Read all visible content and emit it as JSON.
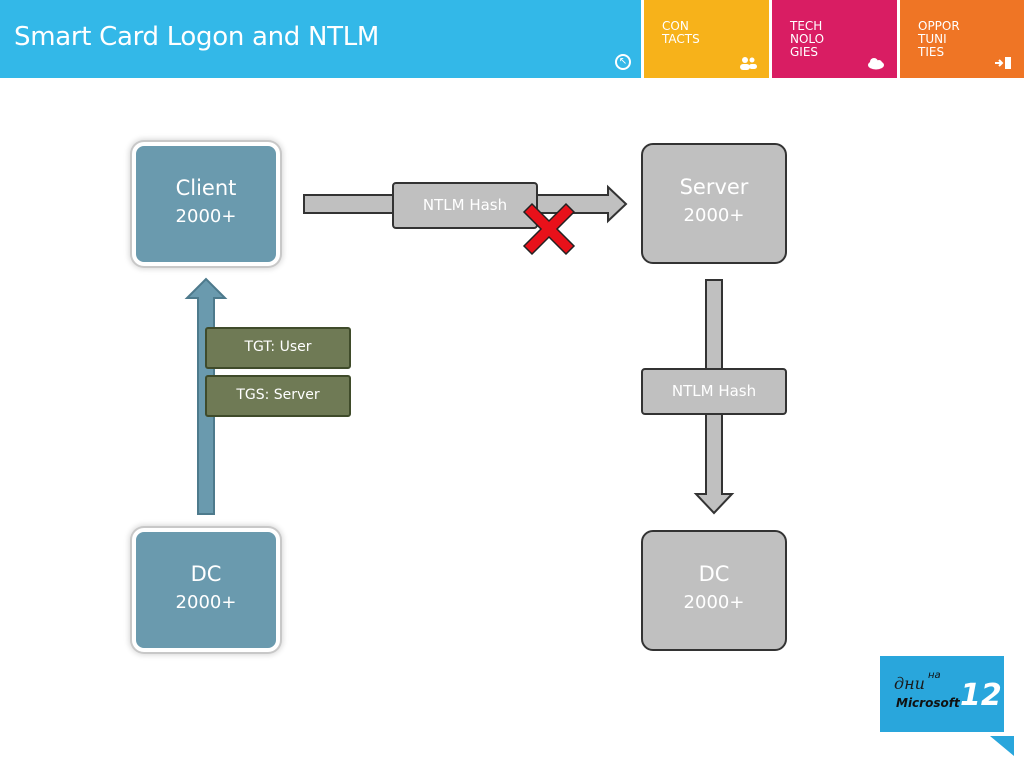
{
  "header": {
    "title": "Smart Card Logon and NTLM",
    "tiles": [
      {
        "label": "CON\nTACTS",
        "icon": "people-icon"
      },
      {
        "label": "TECH\nNOLO\nGIES",
        "icon": "cloud-icon"
      },
      {
        "label": "OPPOR\nTUNI\nTIES",
        "icon": "exit-icon"
      }
    ]
  },
  "diagram": {
    "client": {
      "name": "Client",
      "version": "2000+"
    },
    "server": {
      "name": "Server",
      "version": "2000+"
    },
    "dc_left": {
      "name": "DC",
      "version": "2000+"
    },
    "dc_right": {
      "name": "DC",
      "version": "2000+"
    },
    "hash_top": "NTLM Hash",
    "hash_right": "NTLM Hash",
    "tgt": "TGT: User",
    "tgs": "TGS: Server"
  },
  "logo": {
    "text": "дни",
    "superscript": "на",
    "brand": "Microsoft",
    "number": "12"
  }
}
